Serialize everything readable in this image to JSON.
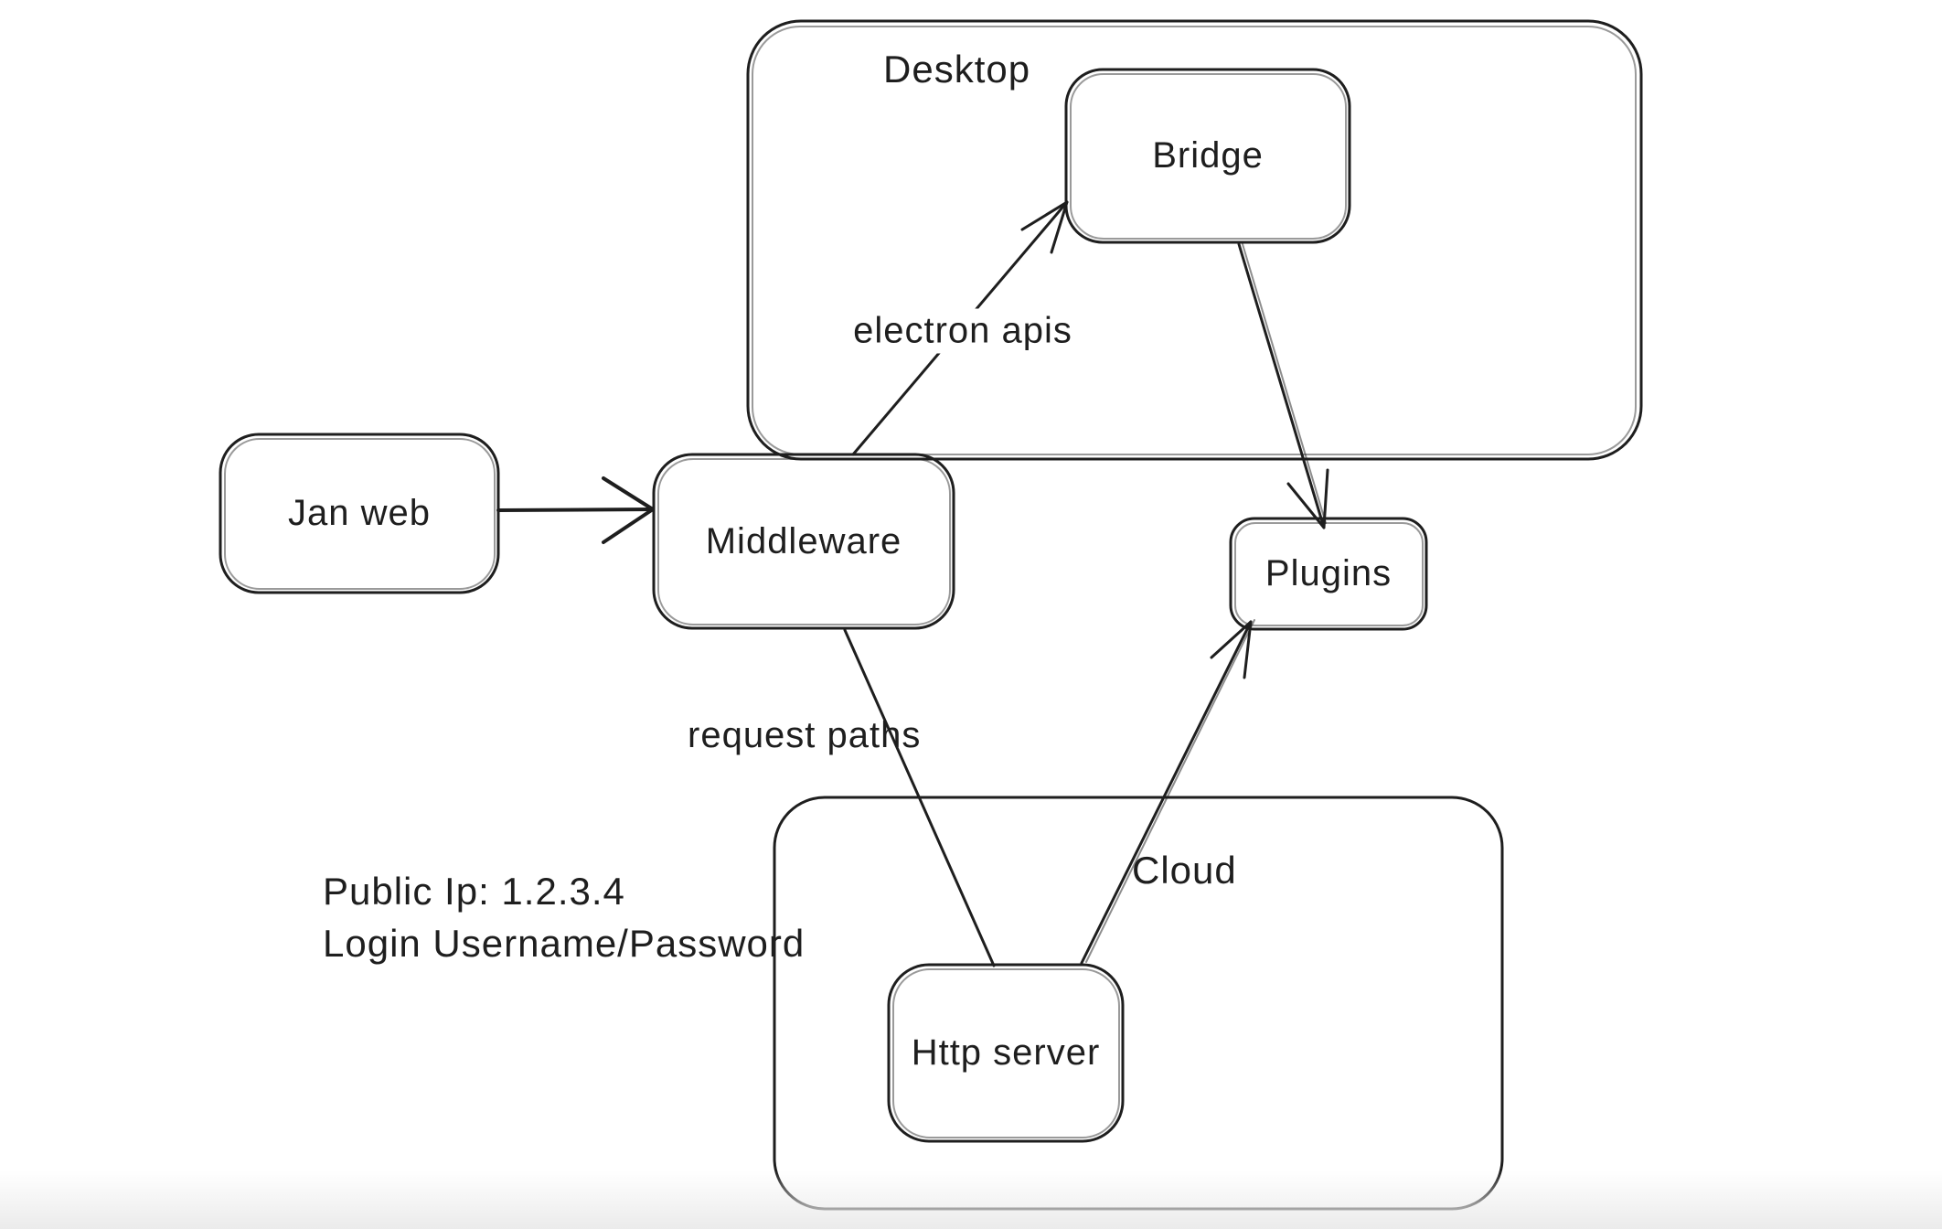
{
  "canvas": {
    "background": "#ffffff",
    "stroke_color": "#1e1e1e"
  },
  "containers": [
    {
      "id": "desktop",
      "label": "Desktop"
    },
    {
      "id": "cloud",
      "label": "Cloud"
    }
  ],
  "nodes": [
    {
      "id": "jan-web",
      "label": "Jan web"
    },
    {
      "id": "middleware",
      "label": "Middleware"
    },
    {
      "id": "bridge",
      "label": "Bridge"
    },
    {
      "id": "plugins",
      "label": "Plugins"
    },
    {
      "id": "http-server",
      "label": "Http server"
    }
  ],
  "edges": [
    {
      "id": "janweb-to-middleware",
      "from": "Jan web",
      "to": "Middleware",
      "label": ""
    },
    {
      "id": "middleware-to-bridge",
      "from": "Middleware",
      "to": "Bridge",
      "label": "electron apis"
    },
    {
      "id": "bridge-to-plugins",
      "from": "Bridge",
      "to": "Plugins",
      "label": ""
    },
    {
      "id": "middleware-to-httpserver",
      "from": "Middleware",
      "to": "Http server",
      "label": "request paths"
    },
    {
      "id": "httpserver-to-plugins",
      "from": "Http server",
      "to": "Plugins",
      "label": ""
    }
  ],
  "annotations": {
    "public_ip": "Public Ip: 1.2.3.4",
    "login": "Login Username/Password"
  }
}
